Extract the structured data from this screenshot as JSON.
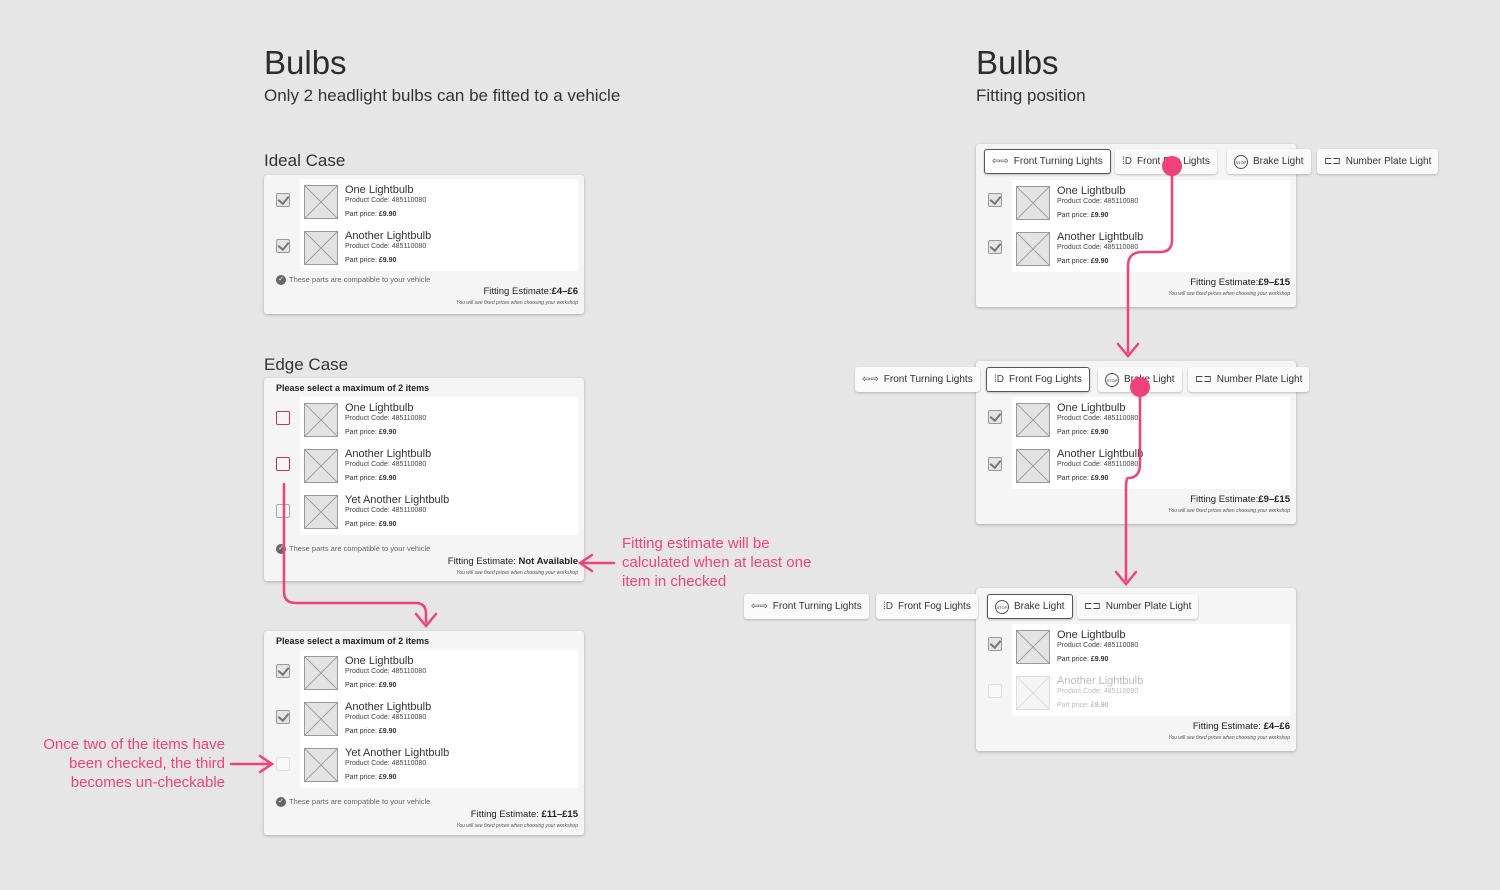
{
  "left": {
    "title": "Bulbs",
    "subtitle": "Only 2 headlight bulbs can be fitted to a vehicle",
    "ideal_heading": "Ideal Case",
    "edge_heading": "Edge Case"
  },
  "right": {
    "title": "Bulbs",
    "subtitle": "Fitting position"
  },
  "common": {
    "product_code": "Product Code: 485110080",
    "part_price_label": "Part price:",
    "part_price": "£9.90",
    "compatible_text": "These parts are compatible to your vehicle",
    "fitting_label": "Fitting Estimate:",
    "fixed_prices_note": "You will see fixed prices when choosing your workshop",
    "select_max": "Please select a maximum of 2 items"
  },
  "items": {
    "one": "One Lightbulb",
    "another": "Another Lightbulb",
    "yet_another": "Yet Another Lightbulb"
  },
  "estimates": {
    "ideal": "£4–£6",
    "edge_not_available": "Not Available",
    "edge_checked": "£11–£15",
    "fit1": "£9–£15",
    "fit2": "£9–£15",
    "fit3": "£4–£6"
  },
  "tabs": {
    "front_turning": "Front Turning Lights",
    "front_fog": "Front Fog Lights",
    "brake": "Brake Light",
    "number_plate": "Number Plate Light"
  },
  "annotations": {
    "fitting_note": "Fitting estimate will be calculated when at least one item in checked",
    "uncheckable_note": "Once two of the items have been checked, the third becomes un-checkable"
  },
  "colors": {
    "accent": "#f0427a",
    "background": "#e6e6e6",
    "card": "#f5f5f5"
  }
}
